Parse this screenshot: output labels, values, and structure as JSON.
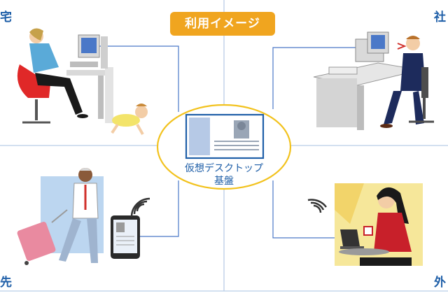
{
  "title": "利用イメージ",
  "center": {
    "line1": "仮想デスクトップ",
    "line2": "基盤"
  },
  "corners": {
    "top_left": "宅",
    "top_right": "社",
    "bottom_left": "先",
    "bottom_right": "外"
  },
  "colors": {
    "accent_orange": "#f0a51f",
    "line_blue": "#4a78c8",
    "ellipse_yellow": "#f2c21d",
    "label_blue": "#1f5fa8"
  },
  "icons": [
    "desktop-document-icon",
    "wireless-signal-icon",
    "smartphone-icon"
  ]
}
